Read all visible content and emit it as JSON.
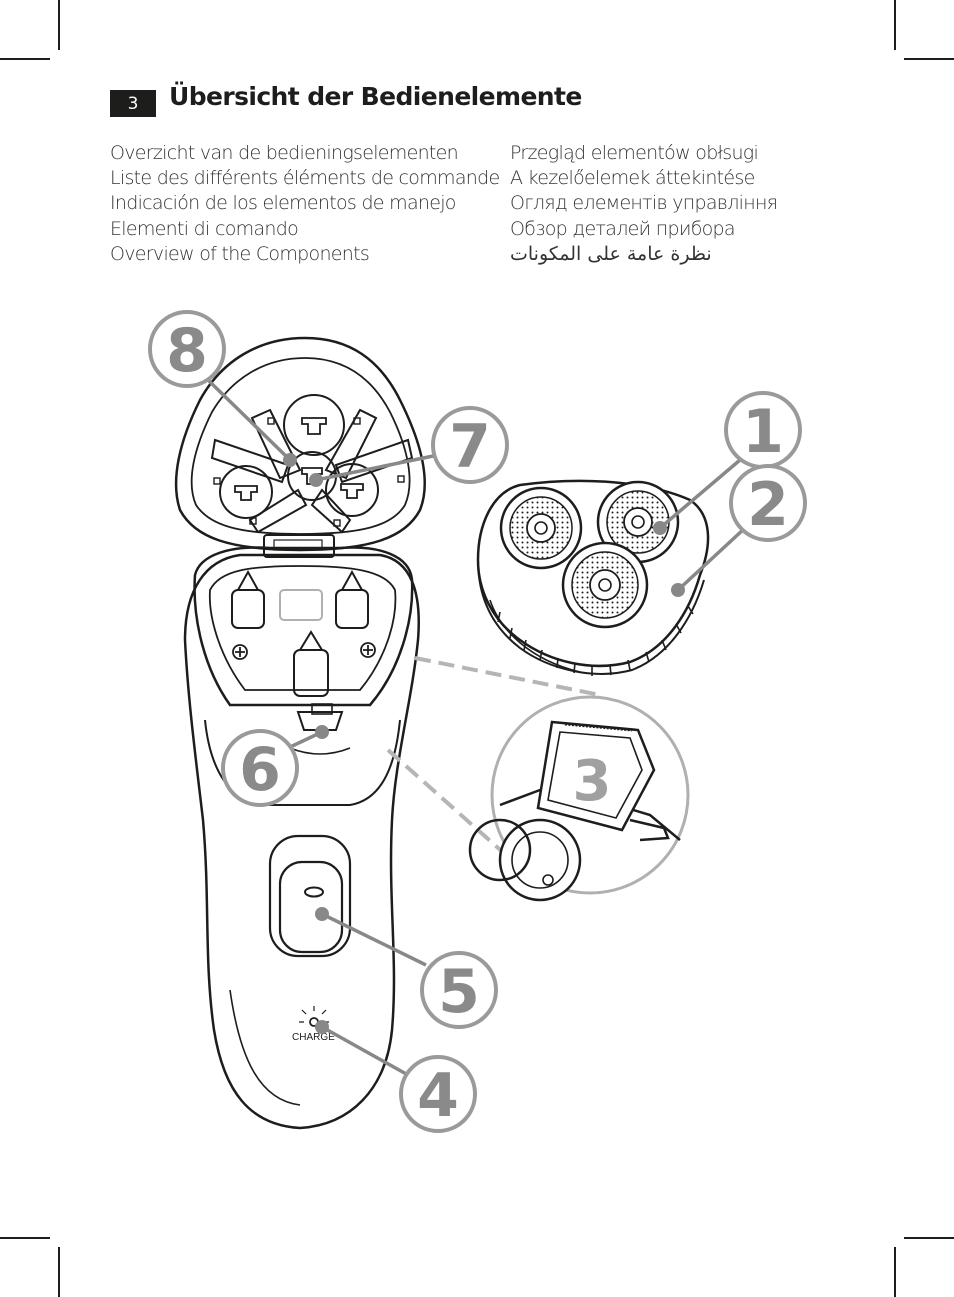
{
  "page": {
    "number": "3",
    "title": "Übersicht der Bedienelemente"
  },
  "languages_left": [
    "Overzicht van de bedieningselementen",
    "Liste des différents éléments de commande",
    "Indicación de los elementos de manejo",
    "Elementi di comando",
    "Overview of the Components"
  ],
  "languages_right": [
    "Przegląd elementów obłsugi",
    "A kezelőelemek áttekintése",
    "Огляд елементів управління",
    "Обзор деталей прибора",
    "نظرة عامة على المكونات"
  ],
  "device": {
    "charge_label": "CHARGE"
  },
  "callouts": [
    "1",
    "2",
    "3",
    "4",
    "5",
    "6",
    "7",
    "8"
  ],
  "colors": {
    "ink": "#1d1d1b",
    "callout_gray": "#8a8a8a",
    "leader_gray": "#888888"
  }
}
